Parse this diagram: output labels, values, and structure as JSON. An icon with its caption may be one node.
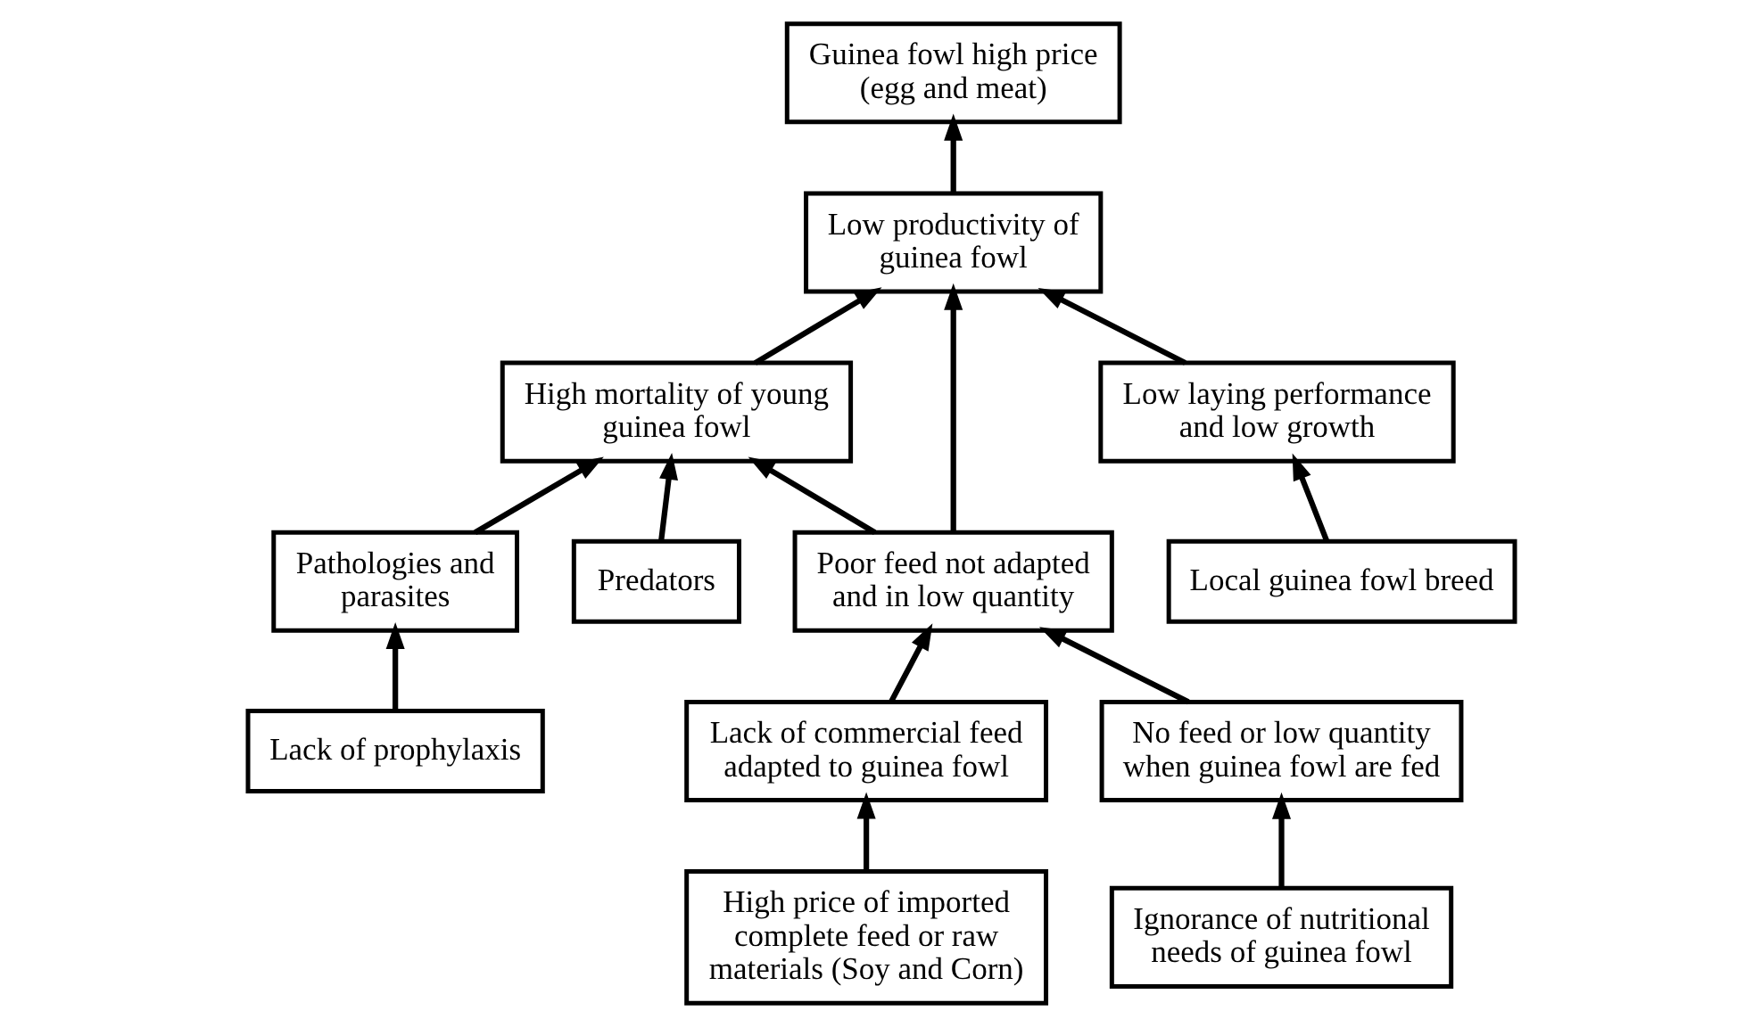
{
  "diagram": {
    "nodes": [
      {
        "text": [
          "Guinea fowl high price (egg and meat)"
        ]
      },
      {
        "text": [
          "Low productivity of guinea fowl"
        ]
      },
      {
        "text": [
          "Poor feed not adapted and in low quantity"
        ]
      },
      {
        "text": [
          "High mortality of young guinea fowl"
        ]
      },
      {
        "text": [
          "Low laying performance and low growth"
        ]
      },
      {
        "text": [
          "Lack of commercial feed adapted to guinea fowl"
        ]
      },
      {
        "text": [
          "No feed or low quantity when guinea fowl are fed"
        ]
      },
      {
        "text": [
          "Pathologies and parasites"
        ]
      },
      {
        "text": [
          "Predators"
        ]
      },
      {
        "text": [
          "Local guinea fowl breed"
        ]
      },
      {
        "text": [
          "High price of imported complete feed or raw materials (Soy and Corn)"
        ]
      },
      {
        "text": [
          "Ignorance of nutritional needs of guinea fowl"
        ]
      },
      {
        "text": [
          "Lack of prophylaxis"
        ]
      }
    ],
    "edges": [
      {
        "from": 1,
        "to": 0,
        "arrow": "to"
      },
      {
        "from": 2,
        "to": 1,
        "arrow": "to"
      },
      {
        "from": 3,
        "to": 1,
        "arrow": "to"
      },
      {
        "from": 4,
        "to": 1,
        "arrow": "to"
      },
      {
        "from": 2,
        "to": 3,
        "arrow": "to"
      },
      {
        "from": 5,
        "to": 2,
        "arrow": "to"
      },
      {
        "from": 6,
        "to": 2,
        "arrow": "to"
      },
      {
        "from": 7,
        "to": 3,
        "arrow": "to"
      },
      {
        "from": 8,
        "to": 3,
        "arrow": "to"
      },
      {
        "from": 9,
        "to": 4,
        "arrow": "to"
      },
      {
        "from": 10,
        "to": 5,
        "arrow": "to"
      },
      {
        "from": 11,
        "to": 6,
        "arrow": "to"
      },
      {
        "from": 12,
        "to": 7,
        "arrow": "to"
      }
    ]
  }
}
